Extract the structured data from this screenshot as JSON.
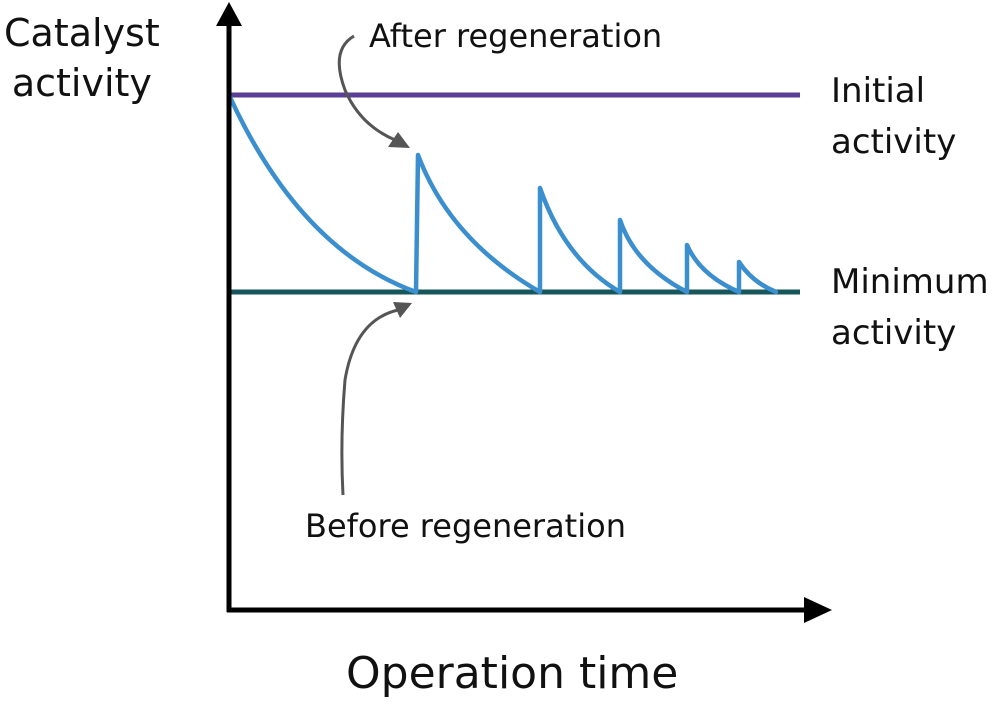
{
  "y_axis_label": [
    "Catalyst",
    "activity"
  ],
  "x_axis_label": "Operation time",
  "annotations": {
    "after": "After regeneration",
    "before": "Before regeneration"
  },
  "reference_lines": {
    "initial": {
      "label": [
        "Initial",
        "activity"
      ],
      "color": "#5a3e97"
    },
    "minimum": {
      "label": [
        "Minimum",
        "activity"
      ],
      "color": "#17565a"
    }
  },
  "curve": {
    "color": "#3b8fcf",
    "cycle_peaks_fraction_of_initial": [
      1.0,
      0.69,
      0.53,
      0.37,
      0.24,
      0.16
    ]
  },
  "colors": {
    "axis": "#000000",
    "arrow": "#555555"
  }
}
